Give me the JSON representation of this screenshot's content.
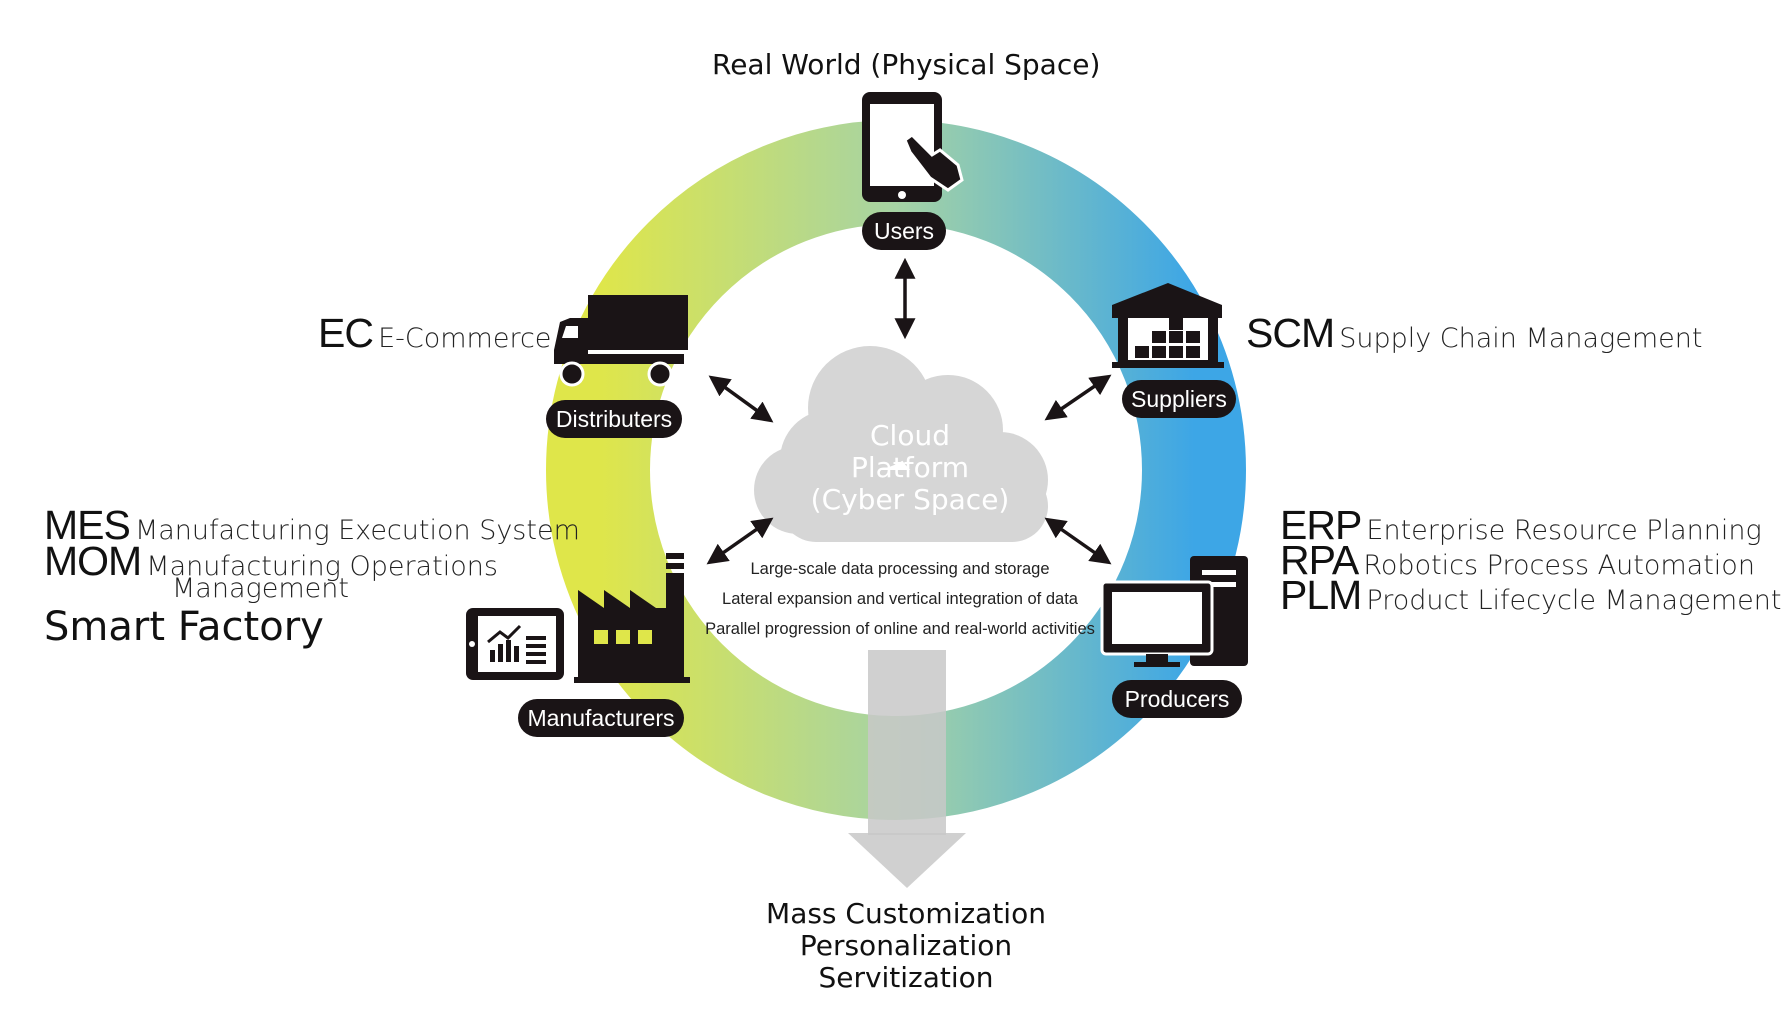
{
  "title": "Real World (Physical Space)",
  "cloud": {
    "title_lines": [
      "Cloud",
      "Platform",
      "(Cyber Space)"
    ],
    "lines": [
      "Large-scale data processing and storage",
      "Lateral expansion and vertical integration of data",
      "Parallel progression of online and real-world activities"
    ]
  },
  "nodes": {
    "users": "Users",
    "suppliers": "Suppliers",
    "producers": "Producers",
    "manufacturers": "Manufacturers",
    "distributers": "Distributers"
  },
  "labels": {
    "ec": {
      "abbr": "EC",
      "desc": "E-Commerce"
    },
    "scm": {
      "abbr": "SCM",
      "desc": "Supply Chain Management"
    },
    "mes": {
      "abbr": "MES",
      "desc": "Manufacturing Execution System"
    },
    "mom": {
      "abbr": "MOM",
      "desc_1": "Manufacturing Operations",
      "desc_2": "Management"
    },
    "smart_factory": "Smart Factory",
    "erp": {
      "abbr": "ERP",
      "desc": "Enterprise Resource Planning"
    },
    "rpa": {
      "abbr": "RPA",
      "desc": "Robotics Process Automation"
    },
    "plm": {
      "abbr": "PLM",
      "desc": "Product Lifecycle Management"
    }
  },
  "outcomes": [
    "Mass Customization",
    "Personalization",
    "Servitization"
  ],
  "colors": {
    "ring_left": "#dfe64a",
    "ring_right": "#3da6e6",
    "icon": "#1a1416",
    "cloud": "#d6d6d6",
    "arrow": "#c8c8c8"
  },
  "icons": [
    "tablet-touch-icon",
    "warehouse-icon",
    "computer-tower-icon",
    "factory-icon",
    "dashboard-tablet-icon",
    "truck-icon",
    "cloud-icon"
  ]
}
